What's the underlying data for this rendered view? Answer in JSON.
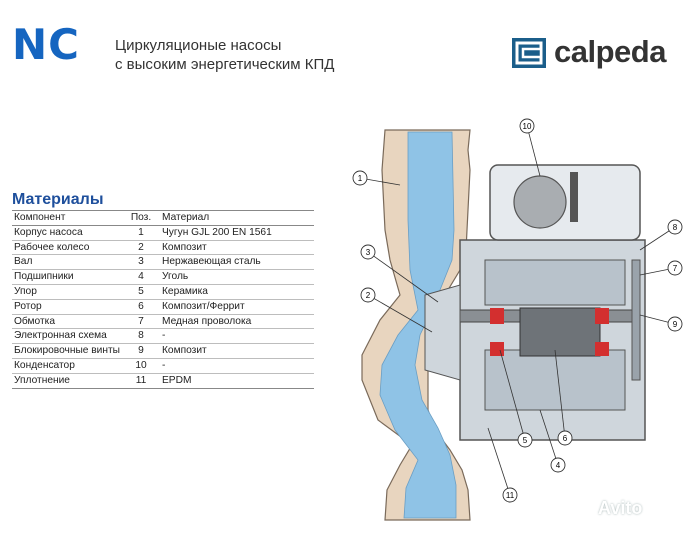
{
  "header": {
    "product_code": "NC",
    "subtitle_line1": "Циркуляционые насосы",
    "subtitle_line2": "с высоким энергетическим КПД",
    "brand": "calpeda"
  },
  "materials": {
    "title": "Материалы",
    "columns": [
      "Компонент",
      "Поз.",
      "Материал"
    ],
    "rows": [
      [
        "Корпус насоса",
        "1",
        "Чугун GJL 200 EN 1561"
      ],
      [
        "Рабочее колесо",
        "2",
        "Композит"
      ],
      [
        "Вал",
        "3",
        "Нержавеющая сталь"
      ],
      [
        "Подшипники",
        "4",
        "Уголь"
      ],
      [
        "Упор",
        "5",
        "Керамика"
      ],
      [
        "Ротор",
        "6",
        "Композит/Феррит"
      ],
      [
        "Обмотка",
        "7",
        "Медная проволока"
      ],
      [
        "Электронная схема",
        "8",
        "-"
      ],
      [
        "Блокировочные винты",
        "9",
        "Композит"
      ],
      [
        "Конденсатор",
        "10",
        "-"
      ],
      [
        "Уплотнение",
        "11",
        "EPDM"
      ]
    ]
  },
  "diagram": {
    "callouts": [
      "1",
      "2",
      "3",
      "4",
      "5",
      "6",
      "7",
      "8",
      "9",
      "10",
      "11"
    ]
  },
  "watermark": "Avito",
  "colors": {
    "brand_blue": "#1565c0",
    "title_blue": "#1e4f9c",
    "water": "#8fc3e6",
    "housing": "#e8d5bf"
  }
}
